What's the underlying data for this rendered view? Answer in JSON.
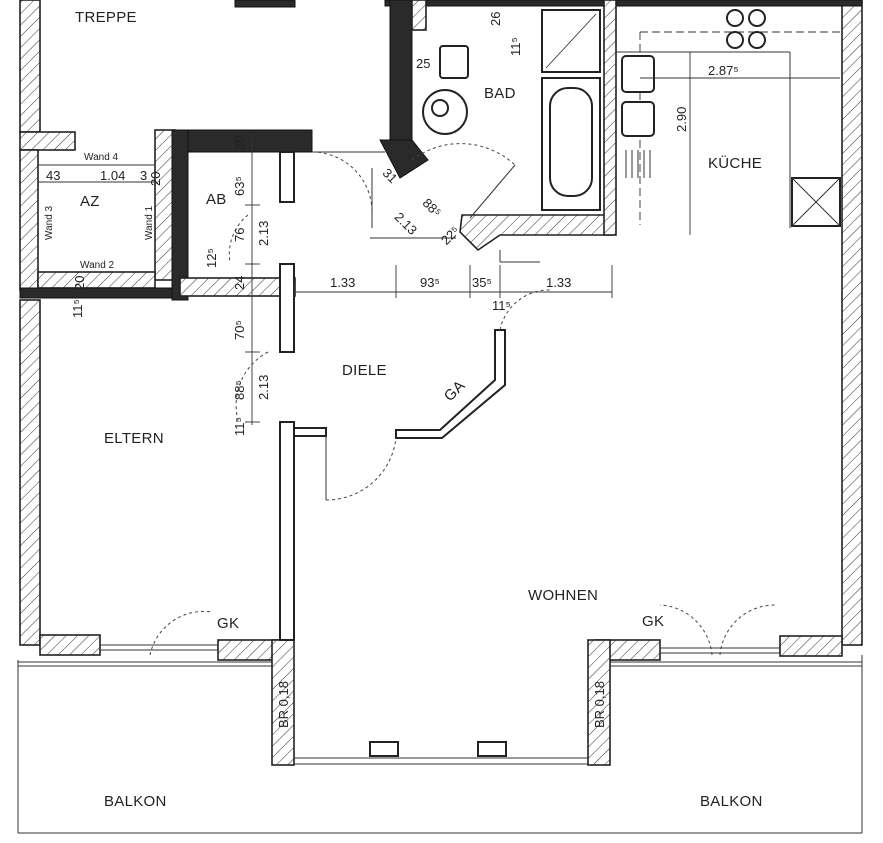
{
  "rooms": {
    "treppe": "TREPPE",
    "bad": "BAD",
    "kueche": "KÜCHE",
    "az": "AZ",
    "ab": "AB",
    "diele": "DIELE",
    "eltern": "ELTERN",
    "wohnen": "WOHNEN",
    "balkon_left": "BALKON",
    "balkon_right": "BALKON"
  },
  "labels": {
    "ga": "GA",
    "gk_left": "GK",
    "gk_right": "GK",
    "br_left": "BR 0,18",
    "br_right": "BR 0,18",
    "wand1": "Wand 1",
    "wand2": "Wand 2",
    "wand3": "Wand 3",
    "wand4": "Wand 4"
  },
  "dimensions": {
    "kueche_width": "2.87⁵",
    "kueche_depth": "2.90",
    "row_133_left": "1.33",
    "row_935": "93⁵",
    "row_355": "35⁵",
    "row_133_right": "1.33",
    "below_row": "11⁵",
    "az_43": "43",
    "az_104": "1.04",
    "az_3": "3",
    "az_20a": "20",
    "az_20b": "20",
    "az_115": "11⁵",
    "bad_25": "25",
    "bad_26": "26",
    "bad_115": "11⁵",
    "bad_31": "31",
    "bad_885": "88⁵",
    "bad_213": "2.13",
    "bad_225": "22⁵",
    "ab_30": "30",
    "ab_635": "63⁵",
    "ab_76": "76",
    "ab_213": "2.13",
    "ab_125": "12⁵",
    "ab_24": "24",
    "diele_705": "70⁵",
    "diele_885": "88⁵",
    "diele_213": "2.13",
    "diele_115": "11⁵"
  }
}
